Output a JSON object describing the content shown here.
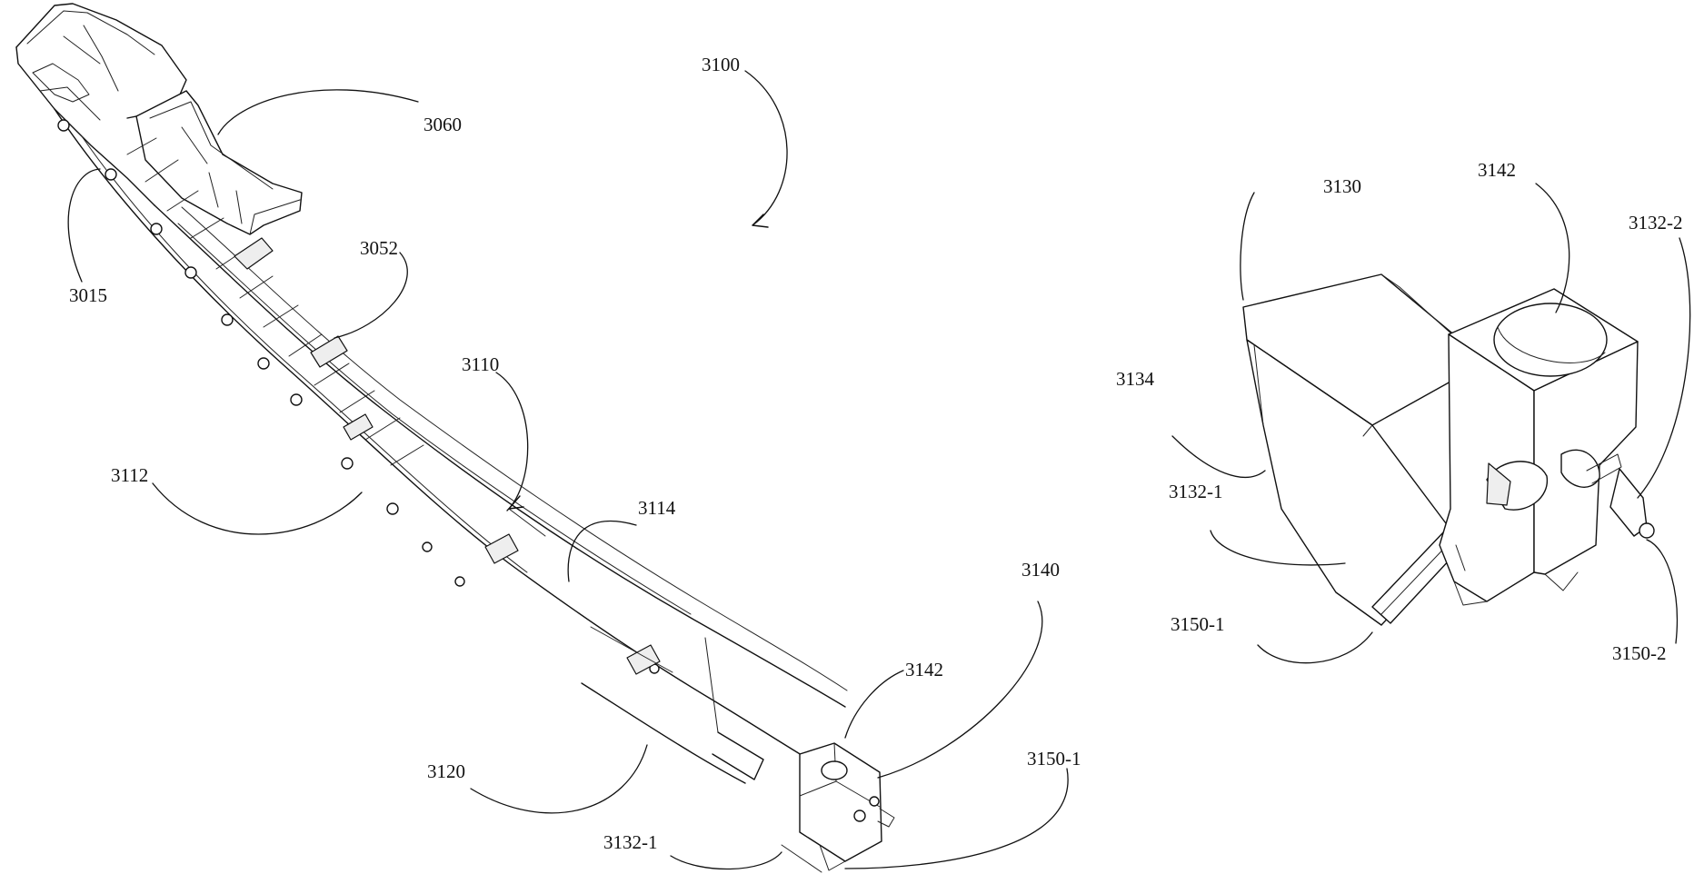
{
  "figure": {
    "assembly_label": "3100",
    "labels": {
      "l3060": "3060",
      "l3015": "3015",
      "l3052": "3052",
      "l3110": "3110",
      "l3112": "3112",
      "l3114": "3114",
      "l3140": "3140",
      "l3142a": "3142",
      "l3120": "3120",
      "l3150_1a": "3150-1",
      "l3132_1a": "3132-1",
      "l3130": "3130",
      "l3142b": "3142",
      "l3132_2": "3132-2",
      "l3134": "3134",
      "l3132_1b": "3132-1",
      "l3150_1b": "3150-1",
      "l3150_2": "3150-2"
    }
  }
}
